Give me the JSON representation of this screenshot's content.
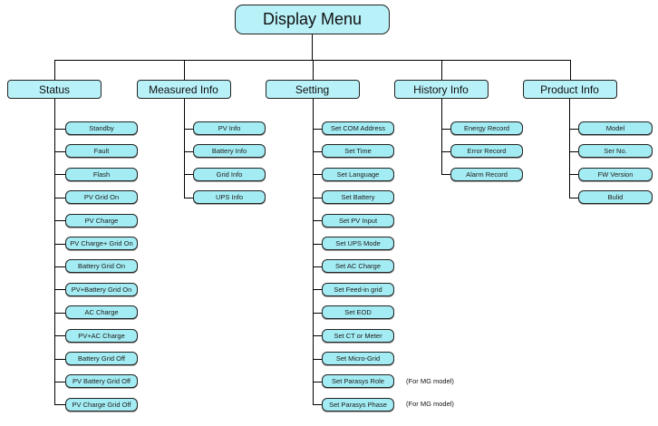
{
  "title": {
    "label": "Display Menu"
  },
  "columns": [
    {
      "label": "Status",
      "items": [
        {
          "label": "Standby"
        },
        {
          "label": "Fault"
        },
        {
          "label": "Flash"
        },
        {
          "label": "PV Grid On"
        },
        {
          "label": "PV Charge"
        },
        {
          "label": "PV Charge+ Grid On"
        },
        {
          "label": "Battery Grid On"
        },
        {
          "label": "PV+Battery Grid On"
        },
        {
          "label": "AC Charge"
        },
        {
          "label": "PV+AC Charge"
        },
        {
          "label": "Battery Grid Off"
        },
        {
          "label": "PV Battery Grid Off"
        },
        {
          "label": "PV Charge Grid Off"
        }
      ]
    },
    {
      "label": "Measured Info",
      "items": [
        {
          "label": "PV Info"
        },
        {
          "label": "Battery Info"
        },
        {
          "label": "Grid Info"
        },
        {
          "label": "UPS Info"
        }
      ]
    },
    {
      "label": "Setting",
      "items": [
        {
          "label": "Set COM Address"
        },
        {
          "label": "Set Time"
        },
        {
          "label": "Set Language"
        },
        {
          "label": "Set Battery"
        },
        {
          "label": "Set PV Input"
        },
        {
          "label": "Set UPS Mode"
        },
        {
          "label": "Set AC Charge"
        },
        {
          "label": "Set Feed-in grid"
        },
        {
          "label": "Set EOD"
        },
        {
          "label": "Set CT or Meter"
        },
        {
          "label": "Set Micro-Grid"
        },
        {
          "label": "Set Parasys Role",
          "note": "(For MG model)"
        },
        {
          "label": "Set Parasys Phase",
          "note": "(For MG model)"
        }
      ]
    },
    {
      "label": "History Info",
      "items": [
        {
          "label": "Energy Record"
        },
        {
          "label": "Error Record"
        },
        {
          "label": "Alarm Record"
        }
      ]
    },
    {
      "label": "Product Info",
      "items": [
        {
          "label": "Model"
        },
        {
          "label": "Ser No."
        },
        {
          "label": "FW Version"
        },
        {
          "label": "Bulid"
        }
      ]
    }
  ],
  "colors": {
    "root_fill": "#b8f1f8",
    "branch_fill": "#b8f1f8",
    "leaf_fill": "#a4ecf3",
    "border": "#222222",
    "line": "#000000"
  }
}
